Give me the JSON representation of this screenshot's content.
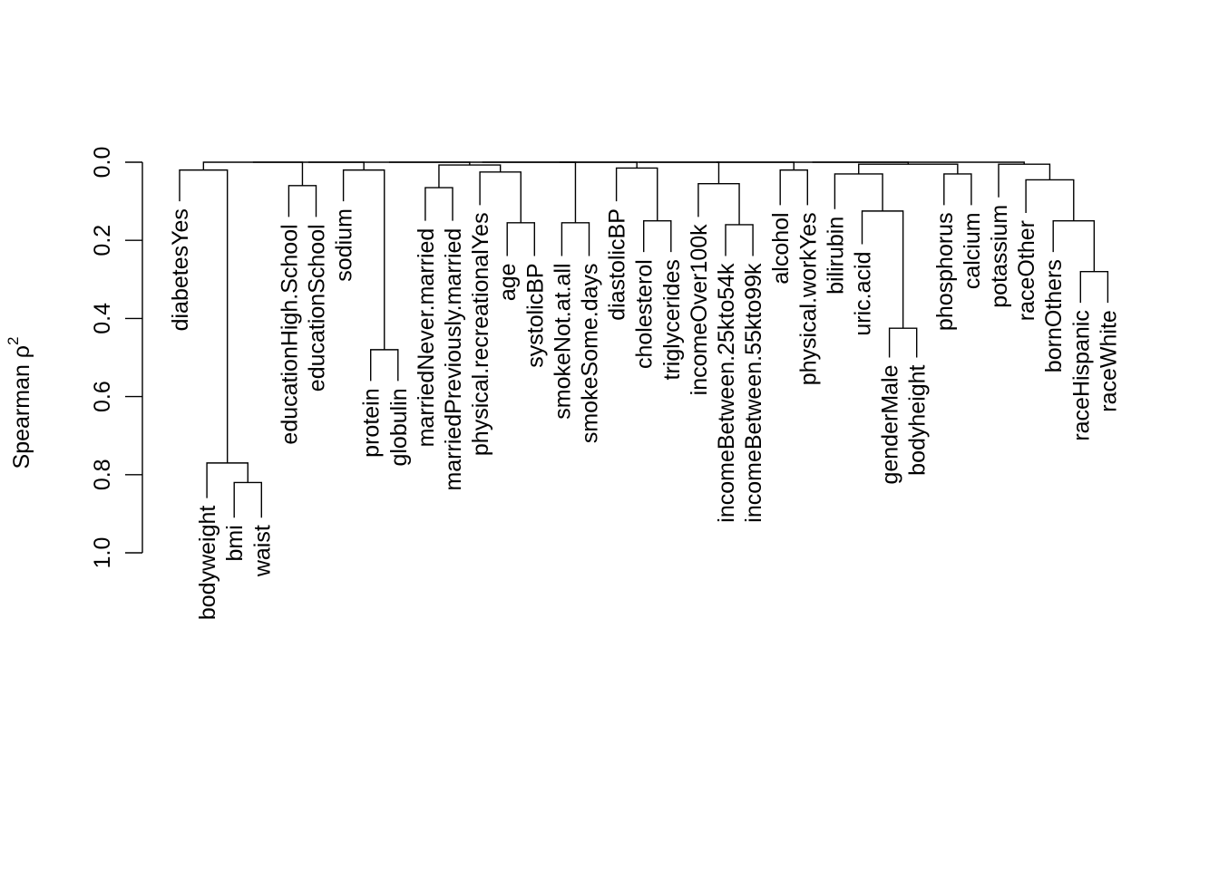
{
  "chart_data": {
    "type": "dendrogram",
    "ylabel": "Spearman ρ",
    "ylabel_superscript": "2",
    "ylim": [
      0,
      1
    ],
    "y_reversed": true,
    "y_ticks": [
      "0.0",
      "0.2",
      "0.4",
      "0.6",
      "0.8",
      "1.0"
    ],
    "leaves": [
      {
        "label": "diabetesYes",
        "h": 0.1
      },
      {
        "label": "bodyweight",
        "h": 0.86
      },
      {
        "label": "bmi",
        "h": 0.91
      },
      {
        "label": "waist",
        "h": 0.91
      },
      {
        "label": "educationHigh.School",
        "h": 0.14
      },
      {
        "label": "educationSchool",
        "h": 0.14
      },
      {
        "label": "sodium",
        "h": 0.1
      },
      {
        "label": "protein",
        "h": 0.56
      },
      {
        "label": "globulin",
        "h": 0.56
      },
      {
        "label": "marriedNever.married",
        "h": 0.15
      },
      {
        "label": "marriedPreviously.married",
        "h": 0.15
      },
      {
        "label": "physical.recreationalYes",
        "h": 0.11
      },
      {
        "label": "age",
        "h": 0.24
      },
      {
        "label": "systolicBP",
        "h": 0.24
      },
      {
        "label": "smokeNot.at.all",
        "h": 0.24
      },
      {
        "label": "smokeSome.days",
        "h": 0.24
      },
      {
        "label": "diastolicBP",
        "h": 0.1
      },
      {
        "label": "cholesterol",
        "h": 0.23
      },
      {
        "label": "triglycerides",
        "h": 0.23
      },
      {
        "label": "incomeOver100k",
        "h": 0.14
      },
      {
        "label": "incomeBetween.25kto54k",
        "h": 0.24
      },
      {
        "label": "incomeBetween.55kto99k",
        "h": 0.24
      },
      {
        "label": "alcohol",
        "h": 0.11
      },
      {
        "label": "physical.workYes",
        "h": 0.11
      },
      {
        "label": "bilirubin",
        "h": 0.12
      },
      {
        "label": "uric.acid",
        "h": 0.21
      },
      {
        "label": "genderMale",
        "h": 0.5
      },
      {
        "label": "bodyheight",
        "h": 0.5
      },
      {
        "label": "phosphorus",
        "h": 0.11
      },
      {
        "label": "calcium",
        "h": 0.11
      },
      {
        "label": "potassium",
        "h": 0.09
      },
      {
        "label": "raceOther",
        "h": 0.13
      },
      {
        "label": "bornOthers",
        "h": 0.23
      },
      {
        "label": "raceHispanic",
        "h": 0.36
      },
      {
        "label": "raceWhite",
        "h": 0.36
      }
    ],
    "merges": [
      {
        "left": 2,
        "right": 3,
        "height": 0.82
      },
      {
        "left": 1,
        "right": "m0",
        "height": 0.77
      },
      {
        "left": 0,
        "right": "m1",
        "height": 0.02
      },
      {
        "left": 4,
        "right": 5,
        "height": 0.06
      },
      {
        "left": 7,
        "right": 8,
        "height": 0.48
      },
      {
        "left": 6,
        "right": "m4",
        "height": 0.02
      },
      {
        "left": 9,
        "right": 10,
        "height": 0.065
      },
      {
        "left": 12,
        "right": 13,
        "height": 0.155
      },
      {
        "left": 11,
        "right": "m7",
        "height": 0.025
      },
      {
        "left": "m6",
        "right": "m8",
        "height": 0.007
      },
      {
        "left": 14,
        "right": 15,
        "height": 0.155
      },
      {
        "left": 17,
        "right": 18,
        "height": 0.15
      },
      {
        "left": 16,
        "right": "m11",
        "height": 0.015
      },
      {
        "left": 20,
        "right": 21,
        "height": 0.16
      },
      {
        "left": 19,
        "right": "m13",
        "height": 0.055
      },
      {
        "left": 22,
        "right": 23,
        "height": 0.02
      },
      {
        "left": 26,
        "right": 27,
        "height": 0.425
      },
      {
        "left": 25,
        "right": "m16",
        "height": 0.125
      },
      {
        "left": 24,
        "right": "m17",
        "height": 0.03
      },
      {
        "left": 28,
        "right": 29,
        "height": 0.03
      },
      {
        "left": "m18",
        "right": "m19",
        "height": 0.005
      },
      {
        "left": 33,
        "right": 34,
        "height": 0.28
      },
      {
        "left": 32,
        "right": "m21",
        "height": 0.15
      },
      {
        "left": 31,
        "right": "m22",
        "height": 0.045
      },
      {
        "left": 30,
        "right": "m23",
        "height": 0.005
      },
      {
        "left": "m2",
        "right": "m3",
        "height": 0.0
      },
      {
        "left": "m25",
        "right": "m5",
        "height": 0.0
      },
      {
        "left": "m26",
        "right": "m9",
        "height": 0.0
      },
      {
        "left": "m27",
        "right": "m10",
        "height": 0.0
      },
      {
        "left": "m28",
        "right": "m12",
        "height": 0.0
      },
      {
        "left": "m29",
        "right": "m14",
        "height": 0.0
      },
      {
        "left": "m30",
        "right": "m15",
        "height": 0.0
      },
      {
        "left": "m31",
        "right": "m20",
        "height": 0.0
      },
      {
        "left": "m32",
        "right": "m24",
        "height": 0.0
      }
    ]
  }
}
